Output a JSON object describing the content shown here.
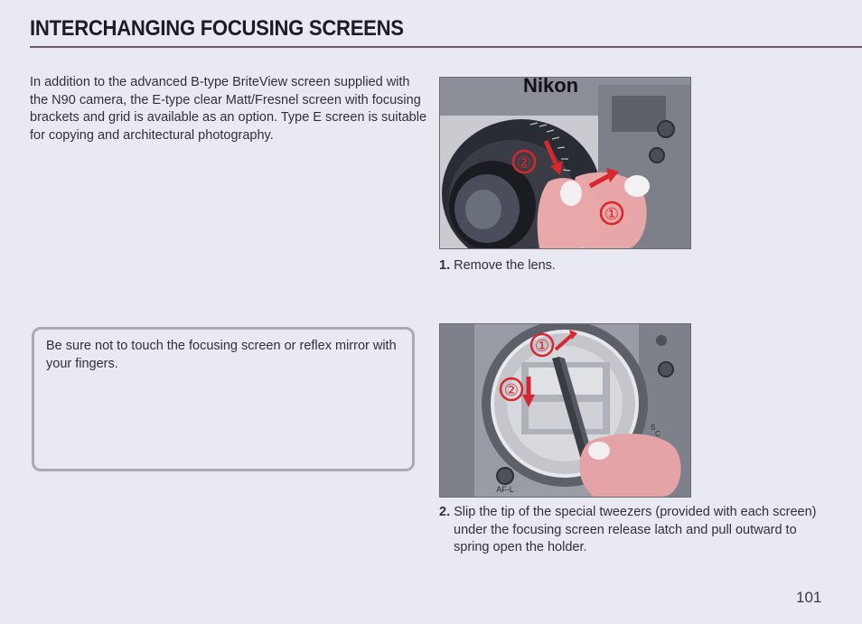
{
  "header": {
    "title": "INTERCHANGING FOCUSING SCREENS"
  },
  "intro": {
    "text": "In addition to the advanced B-type BriteView screen supplied with the N90 camera, the E-type clear Matt/Fresnel screen with focusing brackets and grid is available as an option. Type E screen is suitable for copying and architectural photography."
  },
  "note": {
    "text": "Be sure not to touch the focusing screen or reflex mirror with your fingers."
  },
  "steps": [
    {
      "number": "1.",
      "text": "Remove the lens.",
      "photo": {
        "brand": "Nikon",
        "markers": [
          "①",
          "②"
        ]
      }
    },
    {
      "number": "2.",
      "text": "Slip the tip of the special tweezers (provided with each screen) under the focusing screen release latch and pull outward to spring open the holder.",
      "photo": {
        "markers": [
          "①",
          "②"
        ],
        "labels": [
          "AF-L",
          "S",
          "C"
        ]
      }
    }
  ],
  "footer": {
    "page_number": "101"
  },
  "colors": {
    "background": "#e9e9f1",
    "rule": "#6f5862",
    "marker_red": "#d8262e",
    "note_border": "#a9a9b3"
  }
}
